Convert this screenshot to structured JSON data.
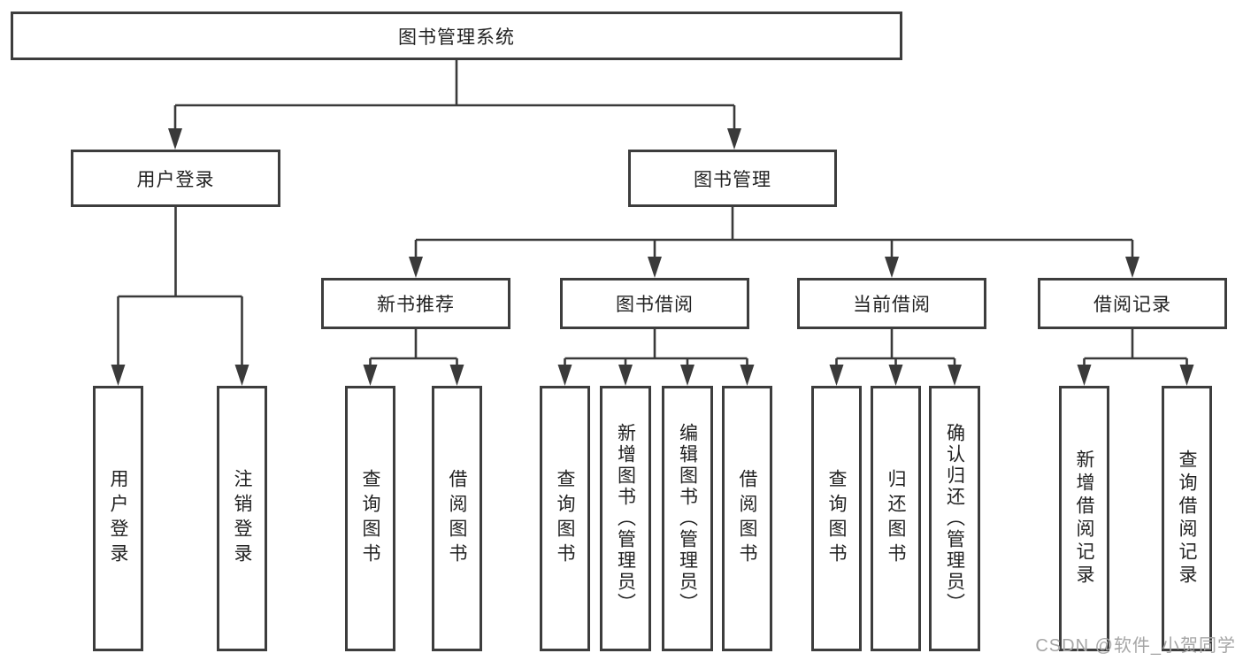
{
  "nodes": {
    "root": "图书管理系统",
    "user_login": "用户登录",
    "book_management": "图书管理",
    "new_book_recommend": "新书推荐",
    "book_borrow": "图书借阅",
    "current_borrow": "当前借阅",
    "borrow_record": "借阅记录",
    "leaf_user_login": "用户登录",
    "leaf_logout": "注销登录",
    "leaf_query_book_a": "查询图书",
    "leaf_borrow_book_a": "借阅图书",
    "leaf_query_book_b": "查询图书",
    "leaf_add_book_admin": "新增图书（管理员）",
    "leaf_edit_book_admin": "编辑图书（管理员）",
    "leaf_borrow_book_b": "借阅图书",
    "leaf_query_book_c": "查询图书",
    "leaf_return_book": "归还图书",
    "leaf_confirm_return_admin": "确认归还（管理员）",
    "leaf_add_borrow_record": "新增借阅记录",
    "leaf_query_borrow_record": "查询借阅记录"
  },
  "watermark": "CSDN @软件_小贺同学",
  "colors": {
    "line": "#3a3a3a",
    "box_border": "#3d3d3d",
    "text": "#222222",
    "watermark": "#a6a6a6",
    "background": "#ffffff"
  }
}
